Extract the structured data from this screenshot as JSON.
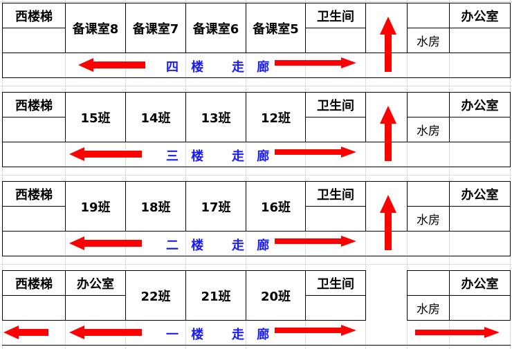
{
  "floors": [
    {
      "corridor_floor": "四 楼",
      "corridor_word": "走 廊",
      "stairs": "西楼梯",
      "top_col2": "",
      "rooms": [
        "备课室8",
        "备课室7",
        "备课室6",
        "备课室5"
      ],
      "toilet": "卫生间",
      "water": "水房",
      "office": "办公室",
      "variant": "upper"
    },
    {
      "corridor_floor": "三 楼",
      "corridor_word": "走 廊",
      "stairs": "西楼梯",
      "top_col2": "",
      "rooms": [
        "15班",
        "14班",
        "13班",
        "12班"
      ],
      "toilet": "卫生间",
      "water": "水房",
      "office": "办公室",
      "variant": "upper"
    },
    {
      "corridor_floor": "二 楼",
      "corridor_word": "走 廊",
      "stairs": "西楼梯",
      "top_col2": "",
      "rooms": [
        "19班",
        "18班",
        "17班",
        "16班"
      ],
      "toilet": "卫生间",
      "water": "水房",
      "office": "办公室",
      "variant": "upper"
    },
    {
      "corridor_floor": "一 楼",
      "corridor_word": "走 廊",
      "stairs": "西楼梯",
      "top_col2": "办公室",
      "rooms": [
        "22班",
        "21班",
        "20班"
      ],
      "toilet": "卫生间",
      "water": "水房",
      "office": "办公室",
      "variant": "ground"
    }
  ],
  "colors": {
    "arrow": "#ff0000",
    "corridor_text": "#1a1aff"
  }
}
